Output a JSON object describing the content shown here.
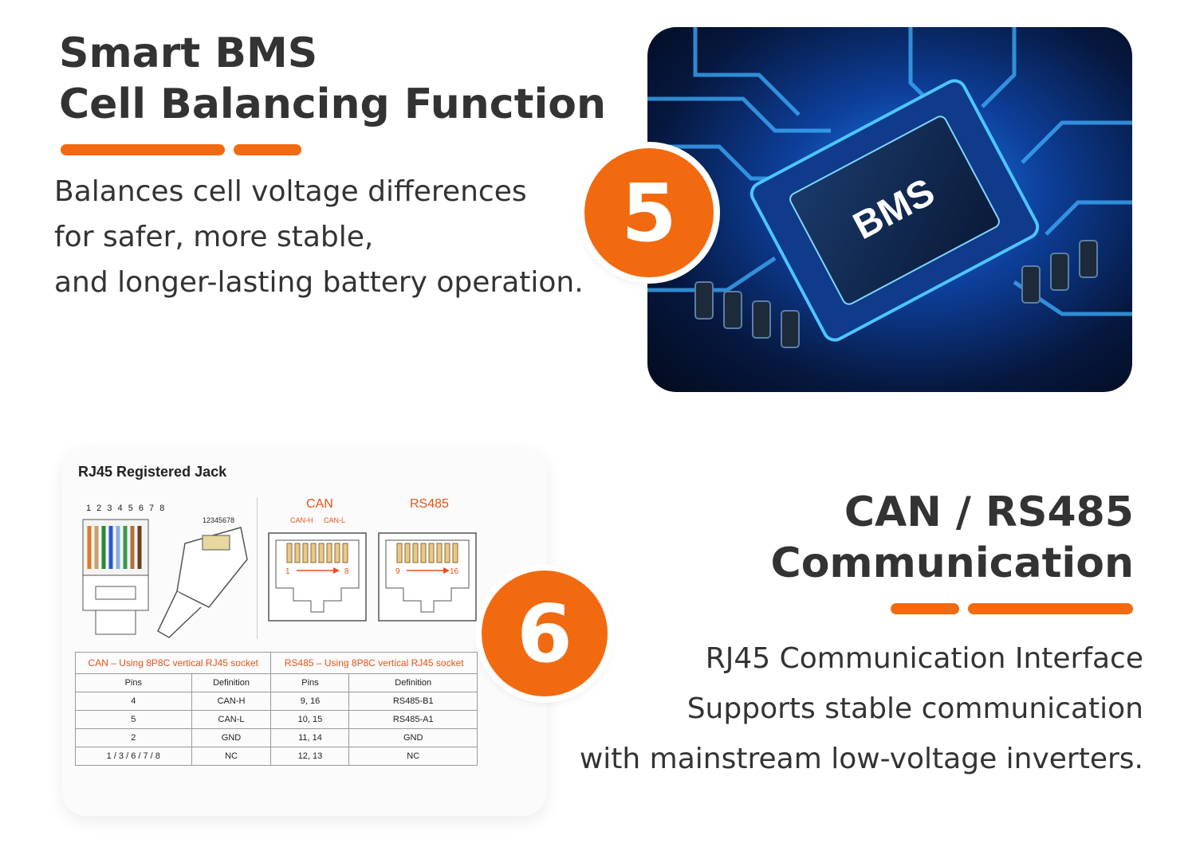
{
  "section5": {
    "title_line1": "Smart BMS",
    "title_line2": "Cell Balancing Function",
    "badge": "5",
    "desc": [
      "Balances cell voltage differences",
      "for safer, more stable,",
      "and longer-lasting battery operation."
    ],
    "chip_label": "BMS"
  },
  "section6": {
    "title_line1": "CAN / RS485",
    "title_line2": "Communication",
    "badge": "6",
    "desc": [
      "RJ45 Communication Interface",
      "Supports stable communication",
      "with mainstream low-voltage inverters."
    ]
  },
  "rj45": {
    "title": "RJ45 Registered Jack",
    "plug_pins_label": "1 2 3 4 5 6 7 8",
    "can_label": "CAN",
    "can_h": "CAN-H",
    "can_l": "CAN-L",
    "rs485_label": "RS485",
    "can_socket_start": "1",
    "can_socket_end": "8",
    "rs_socket_start": "9",
    "rs_socket_end": "16",
    "table": {
      "can_caption": "CAN – Using 8P8C vertical RJ45 socket",
      "rs_caption": "RS485 – Using 8P8C vertical RJ45 socket",
      "headers": [
        "Pins",
        "Definition",
        "Pins",
        "Definition"
      ],
      "rows": [
        [
          "4",
          "CAN-H",
          "9, 16",
          "RS485-B1"
        ],
        [
          "5",
          "CAN-L",
          "10, 15",
          "RS485-A1"
        ],
        [
          "2",
          "GND",
          "11, 14",
          "GND"
        ],
        [
          "1 / 3 / 6 / 7 / 8",
          "NC",
          "12, 13",
          "NC"
        ]
      ]
    }
  },
  "colors": {
    "accent": "#f26a10",
    "text": "#333333"
  }
}
